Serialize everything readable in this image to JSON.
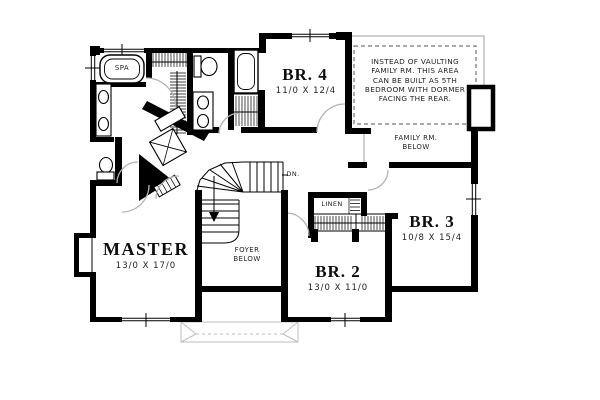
{
  "floor_plan": {
    "colors": {
      "background": "#ffffff",
      "wall": "#000000",
      "door_arc": "#b3b3b3",
      "roof_line": "#bdbdbd"
    },
    "rooms": {
      "master": {
        "name": "MASTER",
        "dims": "13/0 X 17/0"
      },
      "br4": {
        "name": "BR. 4",
        "dims": "11/0 X 12/4"
      },
      "br2": {
        "name": "BR. 2",
        "dims": "13/0 X 11/0"
      },
      "br3": {
        "name": "BR. 3",
        "dims": "10/8 X 15/4"
      }
    },
    "labels": {
      "spa": "SPA",
      "linen": "LINEN",
      "down": "DN.",
      "foyer_line1": "FOYER",
      "foyer_line2": "BELOW",
      "family_line1": "FAMILY RM.",
      "family_line2": "BELOW"
    },
    "note": {
      "lines": [
        "INSTEAD OF VAULTING",
        "FAMILY RM. THIS AREA",
        "CAN BE BUILT AS 5TH",
        "BEDROOM WITH DORMER",
        "FACING THE REAR."
      ]
    }
  }
}
